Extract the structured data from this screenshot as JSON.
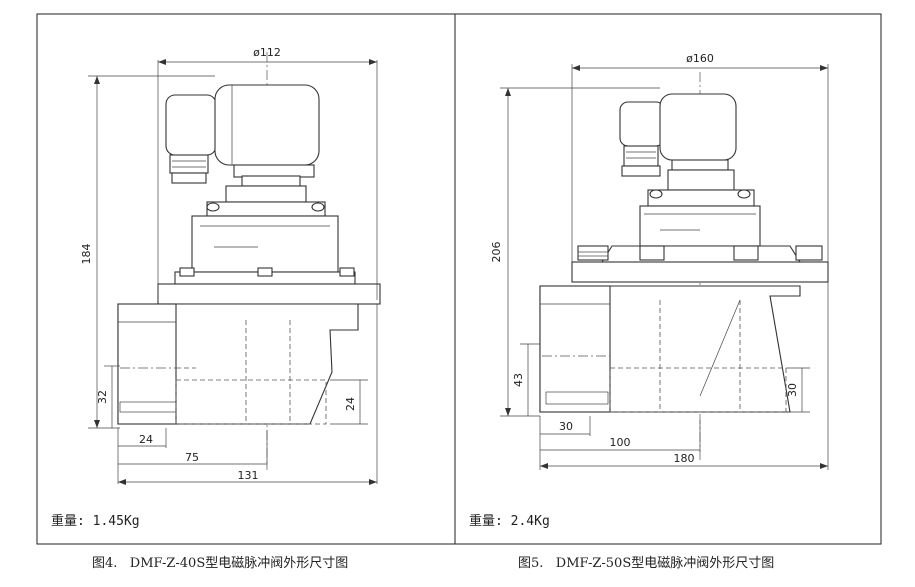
{
  "figure4": {
    "dim_diameter": "ø112",
    "dim_height": "184",
    "dim_32": "32",
    "dim_24_right": "24",
    "dim_24_bottom": "24",
    "dim_75": "75",
    "dim_131": "131",
    "weight": "重量: 1.45Kg",
    "caption": "图4.   DMF-Z-40S型电磁脉冲阀外形尺寸图"
  },
  "figure5": {
    "dim_diameter": "ø160",
    "dim_height": "206",
    "dim_43": "43",
    "dim_30_right": "30",
    "dim_30_bottom": "30",
    "dim_100": "100",
    "dim_180": "180",
    "weight": "重量: 2.4Kg",
    "caption": "图5.   DMF-Z-50S型电磁脉冲阀外形尺寸图"
  }
}
